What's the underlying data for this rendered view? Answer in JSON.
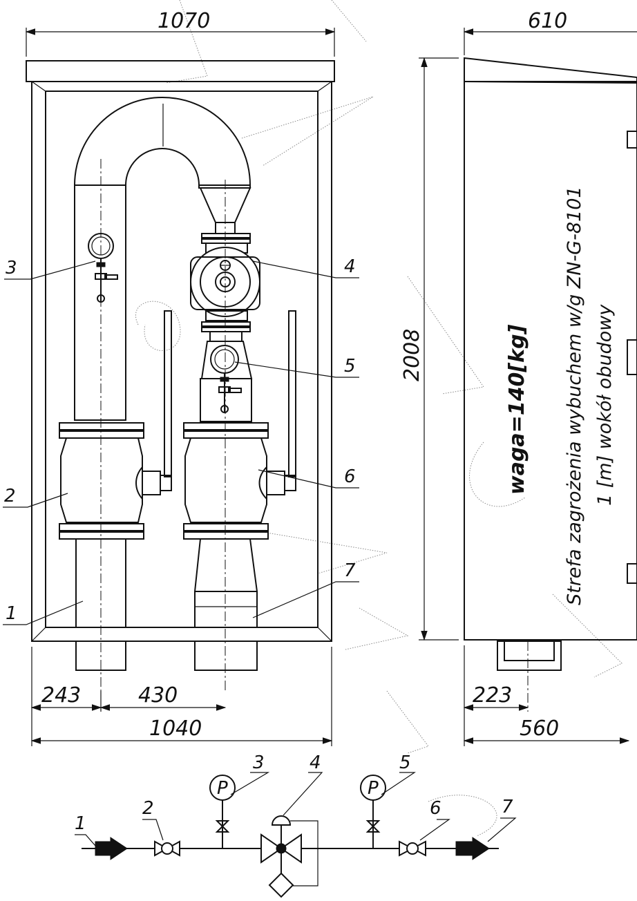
{
  "dimensions": {
    "top_width": "1070",
    "side_width": "610",
    "height": "2008",
    "left_offset": "243",
    "axis_spacing": "430",
    "bottom_width": "1040",
    "side_offset": "223",
    "side_depth": "560"
  },
  "callouts": [
    "1",
    "2",
    "3",
    "4",
    "5",
    "6",
    "7"
  ],
  "schematic": {
    "callouts": [
      "1",
      "2",
      "3",
      "4",
      "5",
      "6",
      "7"
    ],
    "gauge_symbol": "P"
  },
  "side_notes": {
    "weight": "waga=140[kg]",
    "zone_line1": "Strefa zagrożenia wybuchem w/g ZN-G-8101",
    "zone_line2": "1 [m] wokół obudowy"
  }
}
